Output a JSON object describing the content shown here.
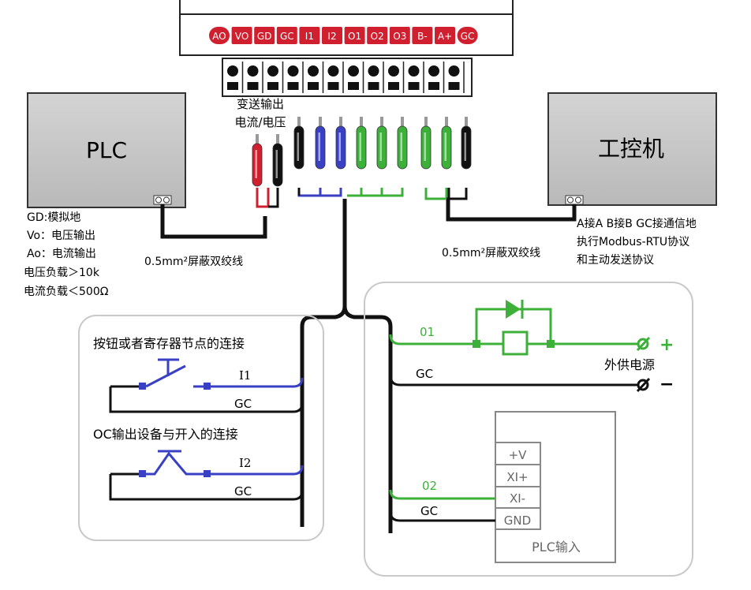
{
  "terminal_strip": {
    "labels": [
      "AO",
      "VO",
      "GD",
      "GC",
      "I1",
      "I2",
      "O1",
      "O2",
      "O3",
      "B-",
      "A+",
      "GC"
    ],
    "color": "#d0202f"
  },
  "caption_transmit": [
    "变送输出",
    "电流/电压"
  ],
  "plc_box": {
    "title": "PLC",
    "notes": [
      "GD:模拟地",
      "Vo：电压输出",
      "Ao：电流输出",
      "电压负载＞10k",
      "电流负载＜500Ω"
    ]
  },
  "ipc_box": {
    "title": "工控机",
    "notes": [
      "A接A  B接B  GC接通信地",
      "执行Modbus-RTU协议",
      "和主动发送协议"
    ]
  },
  "cable_label_left": "0.5mm²屏蔽双绞线",
  "cable_label_right": "0.5mm²屏蔽双绞线",
  "left_panel": {
    "title1": "按钮或者寄存器节点的连接",
    "i1": "I1",
    "gc1": "GC",
    "title2": "OC输出设备与开入的连接",
    "i2": "I2",
    "gc2": "GC"
  },
  "right_panel": {
    "o1": "01",
    "gc1": "GC",
    "plus": "+",
    "minus": "−",
    "supply": "外供电源",
    "o2": "02",
    "gc2": "GC",
    "plc_in_pins": [
      "+V",
      "XI+",
      "XI-",
      "GND"
    ],
    "plc_in_title": "PLC输入"
  },
  "colors": {
    "red": "#d0202f",
    "blue": "#3a40c4",
    "green": "#3db03a",
    "black": "#111111",
    "box_gray": "#c8c8c8"
  }
}
